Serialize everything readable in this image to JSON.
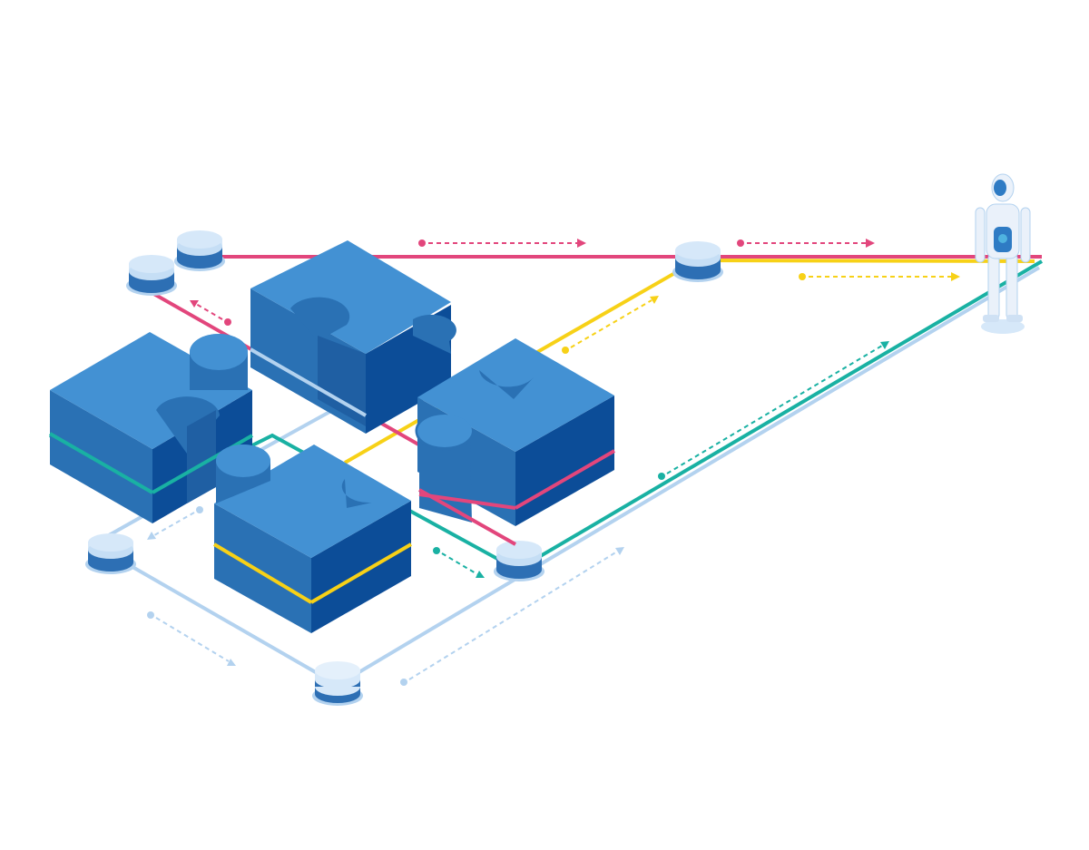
{
  "illustration": {
    "colors": {
      "pink": "#e2467c",
      "yellow": "#f7d117",
      "teal": "#19b1a3",
      "light_blue": "#b3d2ef",
      "node_top": "#d6e8f9",
      "node_band": "#2d6fb4",
      "puzzle_top": "#4391d3",
      "puzzle_left": "#2a71b4",
      "puzzle_right": "#0c4d98",
      "robot_light": "#eaf1fa",
      "robot_dark": "#2e7bc4"
    },
    "icons": [
      "puzzle-piece",
      "data-node",
      "robot-figure",
      "flow-arrow"
    ]
  }
}
